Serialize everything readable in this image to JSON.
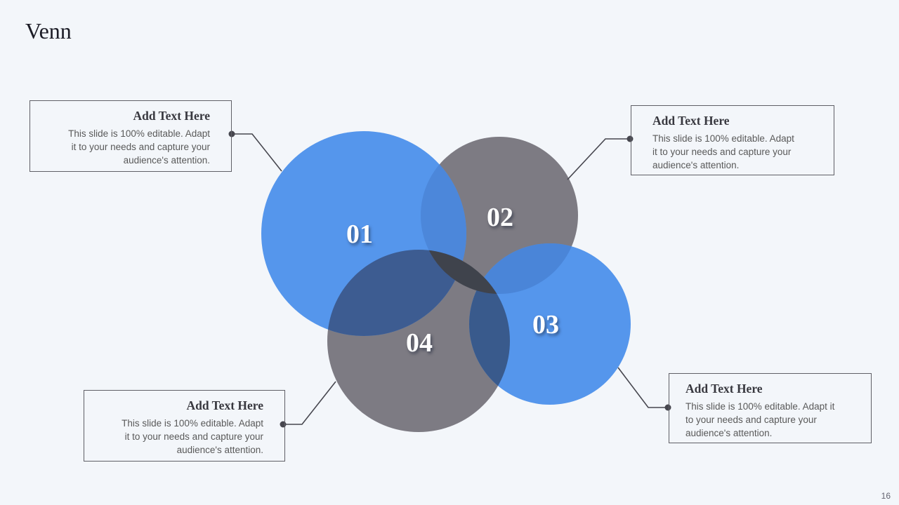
{
  "slide": {
    "title": "Venn",
    "page_number": "16"
  },
  "colors": {
    "background": "#f3f6fa",
    "circle_blue": "#5596ec",
    "circle_gray": "#7d7b83",
    "overlap_blue_1_2": "#4c87da",
    "overlap_blue_2_3": "#4a85d8",
    "overlap_navy_1_4": "#3d5c91",
    "overlap_navy_3_4": "#395a8c",
    "overlap_charcoal_2_4": "#3f434c",
    "connector": "#46464e"
  },
  "venn": {
    "circles": [
      {
        "label": "01"
      },
      {
        "label": "02"
      },
      {
        "label": "03"
      },
      {
        "label": "04"
      }
    ]
  },
  "callouts": {
    "top_left": {
      "title": "Add Text Here",
      "body": "This slide is 100% editable. Adapt\nit to your needs and capture your\naudience's attention."
    },
    "top_right": {
      "title": "Add Text Here",
      "body": "This slide is 100% editable. Adapt\nit to your needs and capture your\naudience's attention."
    },
    "bottom_left": {
      "title": "Add Text Here",
      "body": "This slide is 100% editable. Adapt\nit to your needs and capture your\naudience's attention."
    },
    "bottom_right": {
      "title": "Add Text Here",
      "body": "This slide is 100% editable. Adapt it\nto your needs and capture your\naudience's attention."
    }
  }
}
